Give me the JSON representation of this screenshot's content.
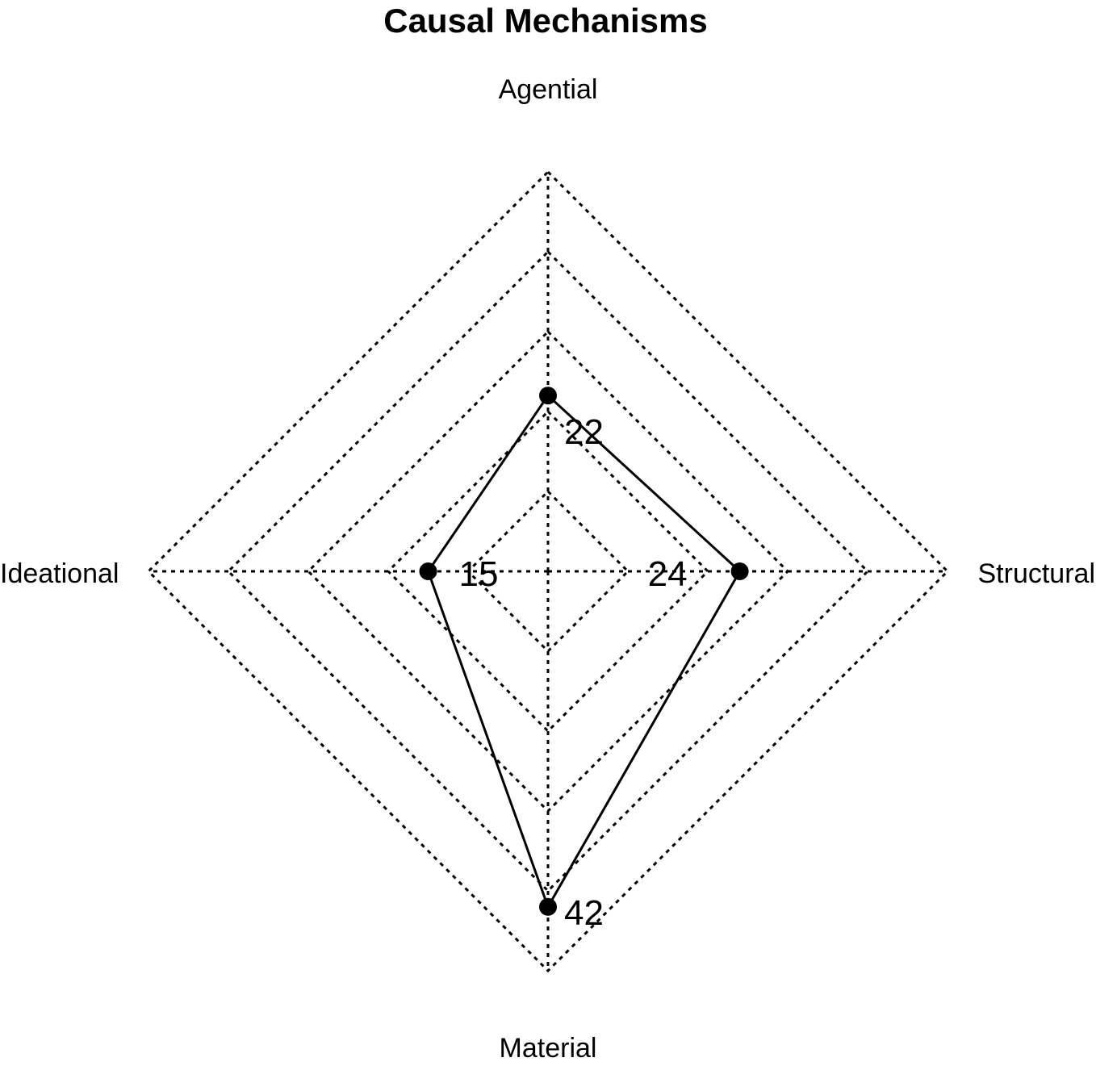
{
  "chart_data": {
    "type": "radar",
    "title": "Causal Mechanisms",
    "axes": [
      "Agential",
      "Structural",
      "Material",
      "Ideational"
    ],
    "series": [
      {
        "values": [
          22,
          24,
          42,
          15
        ]
      }
    ],
    "data_labels": [
      "22",
      "24",
      "42",
      "15"
    ],
    "rlim": [
      0,
      50
    ],
    "grid_levels": [
      10,
      20,
      30,
      40,
      50
    ],
    "grid": true,
    "grid_style": "dotted",
    "legend": "none",
    "colors": {
      "line": "#000000",
      "grid": "#000000",
      "point": "#000000"
    }
  }
}
